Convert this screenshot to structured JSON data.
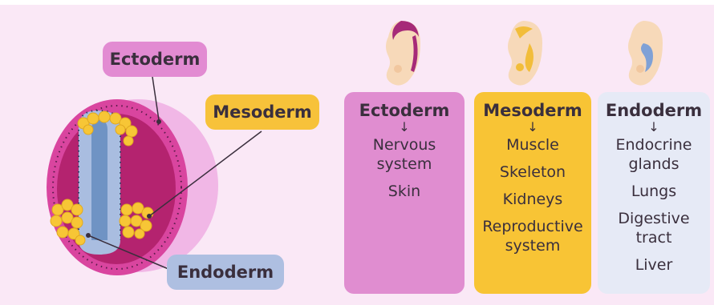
{
  "callouts": {
    "ectoderm": "Ectoderm",
    "mesoderm": "Mesoderm",
    "endoderm": "Endoderm"
  },
  "columns": [
    {
      "title": "Ectoderm",
      "arrow": "↓",
      "items": [
        "Nervous system",
        "Skin",
        "",
        ""
      ]
    },
    {
      "title": "Mesoderm",
      "arrow": "↓",
      "items": [
        "Muscle",
        "Skeleton",
        "Kidneys",
        "Reproductive system"
      ]
    },
    {
      "title": "Endoderm",
      "arrow": "↓",
      "items": [
        "Endocrine glands",
        "Lungs",
        "Digestive tract",
        "Liver"
      ]
    }
  ],
  "colors": {
    "background": "#fae8f6",
    "ectoderm": "#e08dd0",
    "mesoderm": "#f8c435",
    "endoderm": "#aebfe1"
  }
}
